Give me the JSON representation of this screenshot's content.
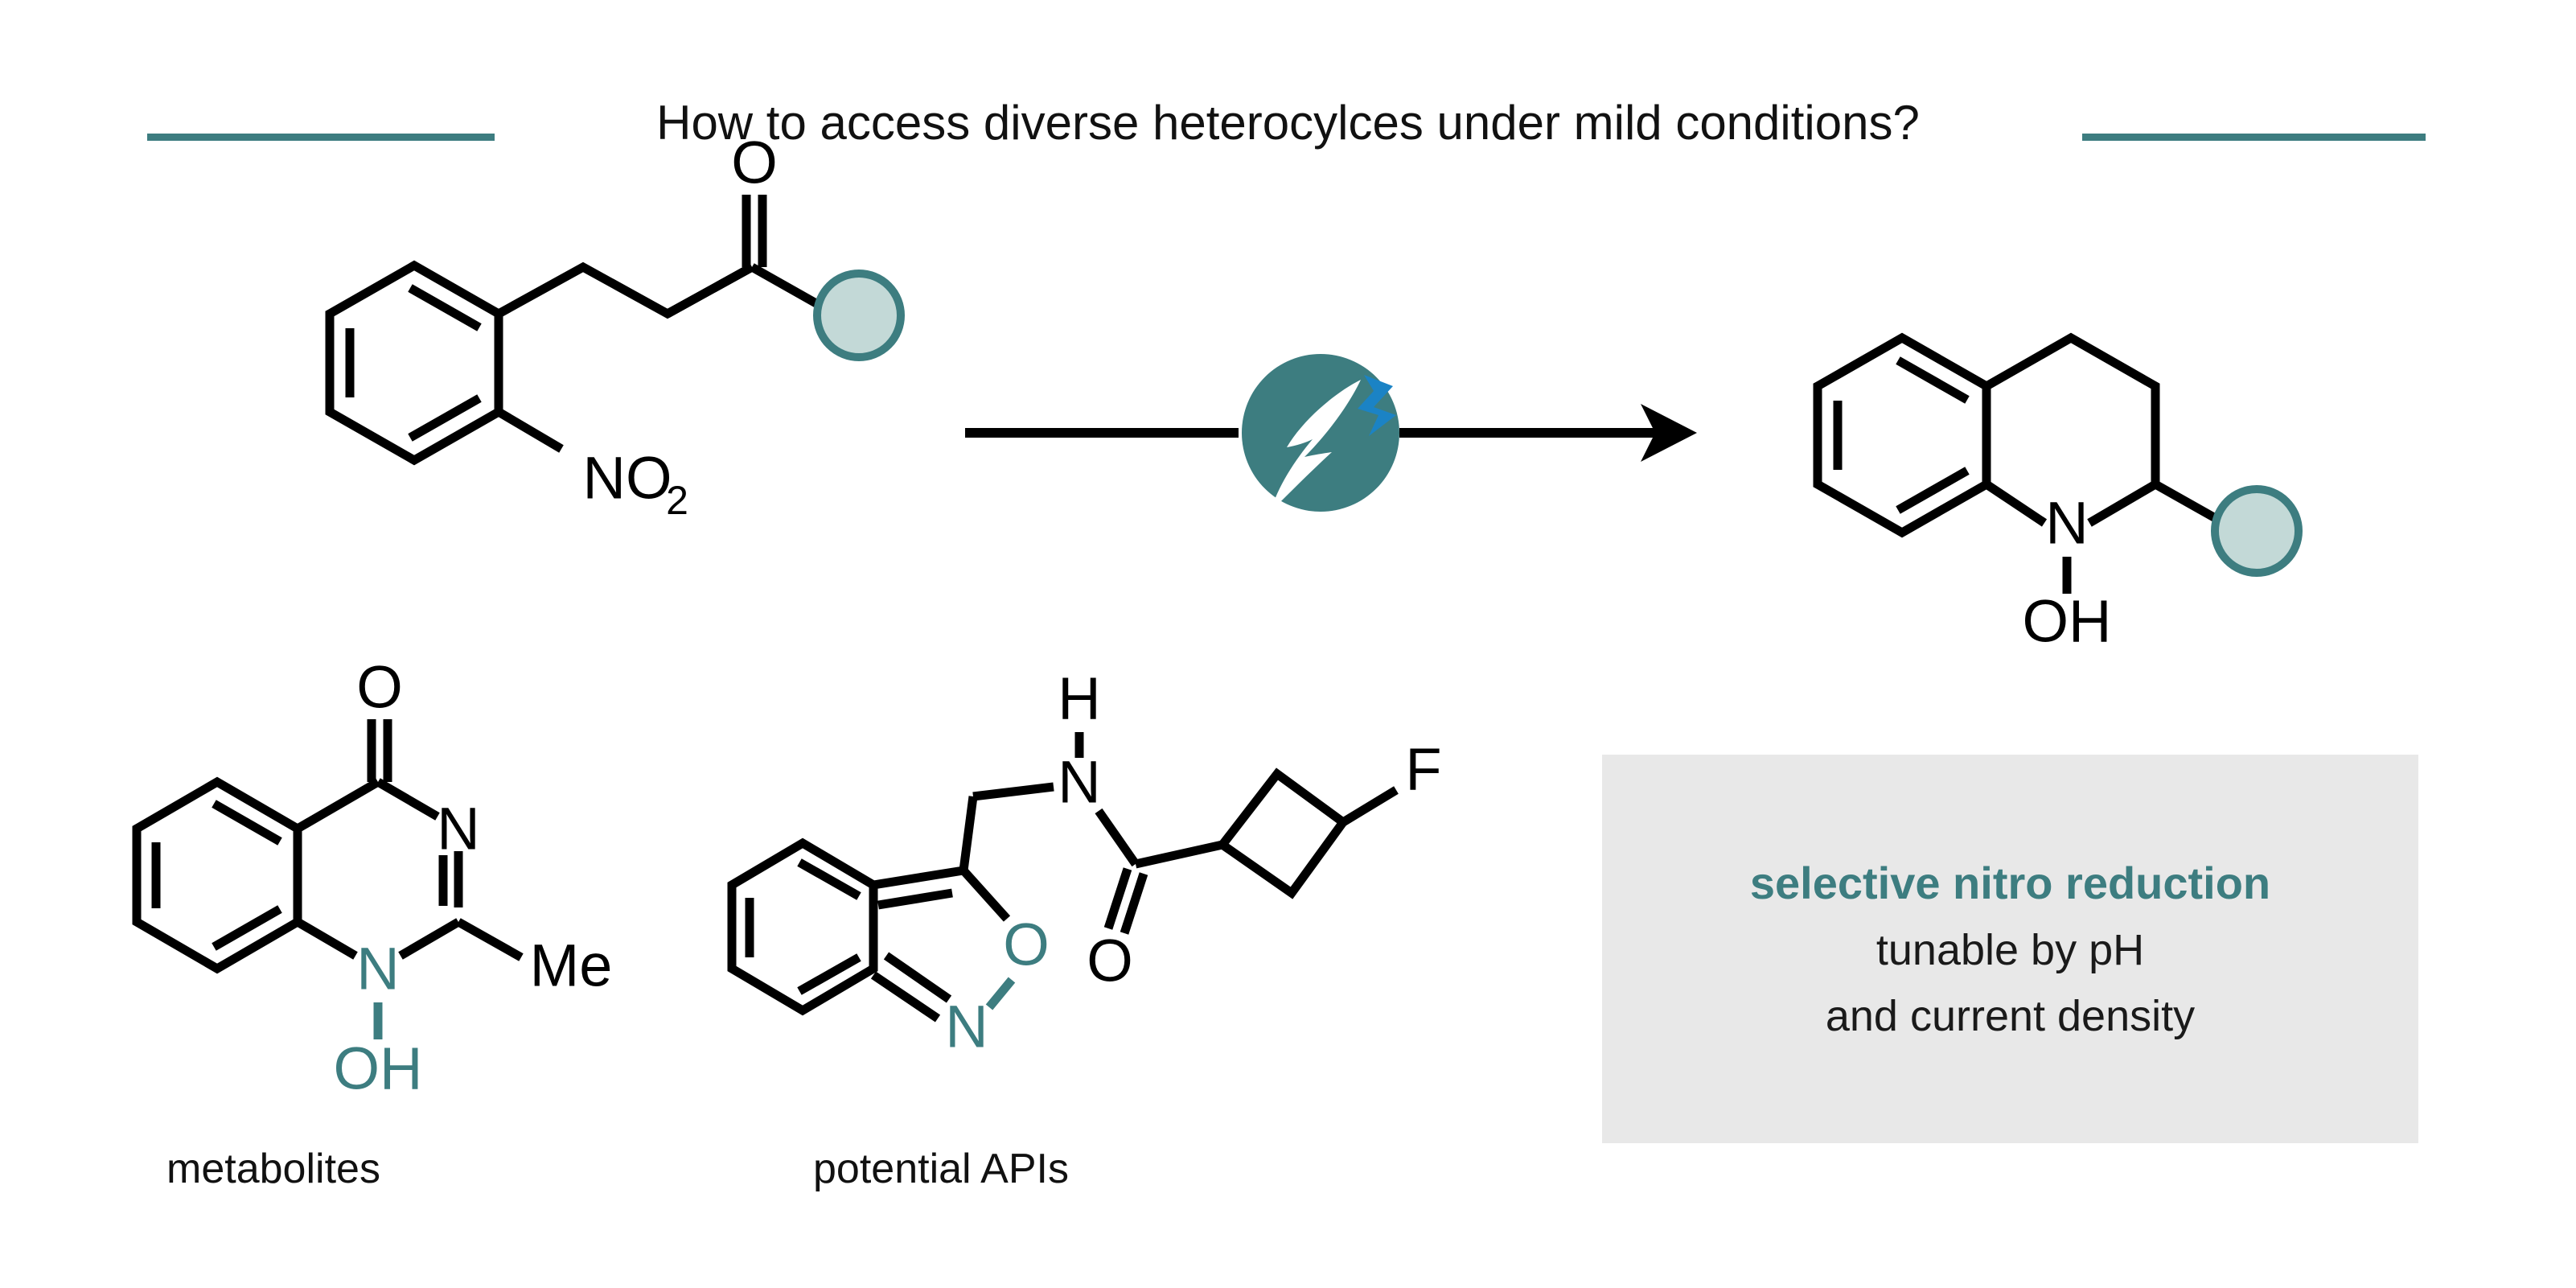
{
  "page": {
    "title": "How to access diverse heterocylces under mild conditions?",
    "accent_teal": "#3d7d80",
    "accent_blue": "#1b83c5",
    "rgroup_fill": "#c3d9d7",
    "callout_bg": "#e8e8e8"
  },
  "reaction": {
    "reactant": {
      "name": "2-nitrophenyl alkyl ketone",
      "atom_labels": [
        "O",
        "NO",
        "2"
      ],
      "nitro_label": "NO",
      "nitro_subscript": "2",
      "carbonyl_label": "O",
      "rgroup_label": ""
    },
    "condition_icon": {
      "name": "electrochemistry-lightning-icon",
      "circle_color": "#3d7d80",
      "bolt_color": "#ffffff",
      "spark_color": "#1b83c5"
    },
    "product": {
      "name": "N-hydroxy-tetrahydroquinoline",
      "nitrogen_label": "N",
      "hydroxyl_label": "OH",
      "rgroup_label": ""
    }
  },
  "examples": [
    {
      "caption": "metabolites",
      "name": "3-hydroxy-2-methylquinazolin-4(3H)-one",
      "labels": {
        "carbonyl": "O",
        "ring_nitrogen": "N",
        "n_hydroxy_nitrogen": "N",
        "hydroxyl": "OH",
        "methyl": "Me"
      }
    },
    {
      "caption": "potential APIs",
      "name": "N-(benzisoxazol-3-ylmethyl)-3-fluorocyclobutane-1-carboxamide",
      "labels": {
        "amide_hydrogen": "H",
        "amide_nitrogen": "N",
        "carbonyl": "O",
        "ring_oxygen": "O",
        "ring_nitrogen": "N",
        "fluorine": "F"
      }
    }
  ],
  "callout": {
    "line_1": "selective nitro reduction",
    "line_2": "tunable by pH",
    "line_3": "and current density"
  }
}
